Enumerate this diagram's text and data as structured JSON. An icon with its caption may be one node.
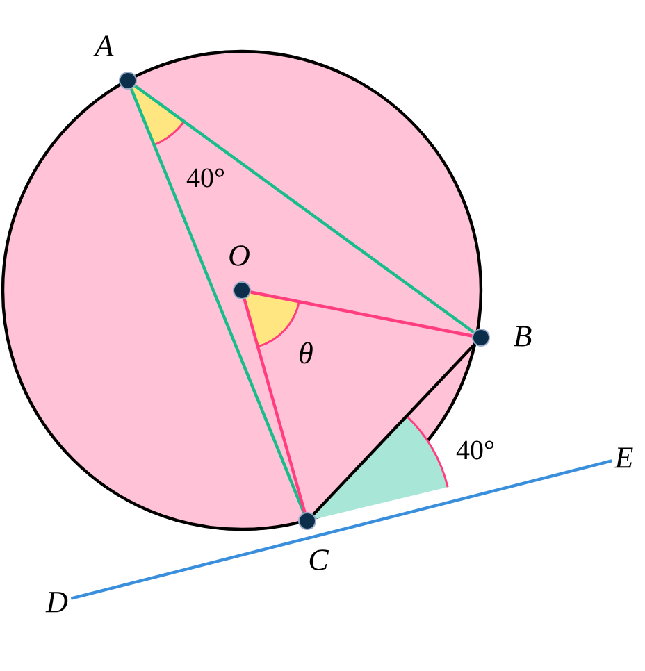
{
  "diagram": {
    "nodes": [
      {
        "text": [
          "A"
        ]
      },
      {
        "text": [
          "O"
        ]
      },
      {
        "text": [
          "B"
        ]
      },
      {
        "text": [
          "C"
        ]
      },
      {
        "text": [
          "D"
        ]
      },
      {
        "text": [
          "E"
        ]
      }
    ],
    "edges": [
      {
        "from": 0,
        "to": 2,
        "arrow": "none",
        "color": "#1abc8c"
      },
      {
        "from": 0,
        "to": 3,
        "arrow": "none",
        "color": "#1abc8c"
      },
      {
        "from": 1,
        "to": 2,
        "arrow": "none",
        "color": "#ff3d7f"
      },
      {
        "from": 1,
        "to": 3,
        "arrow": "none",
        "color": "#ff3d7f"
      },
      {
        "from": 2,
        "to": 3,
        "arrow": "none",
        "color": "#000000"
      },
      {
        "from": 4,
        "to": 5,
        "arrow": "none",
        "color": "#3a8fdc"
      }
    ],
    "labels": [
      "40°",
      "θ",
      "40°"
    ]
  }
}
